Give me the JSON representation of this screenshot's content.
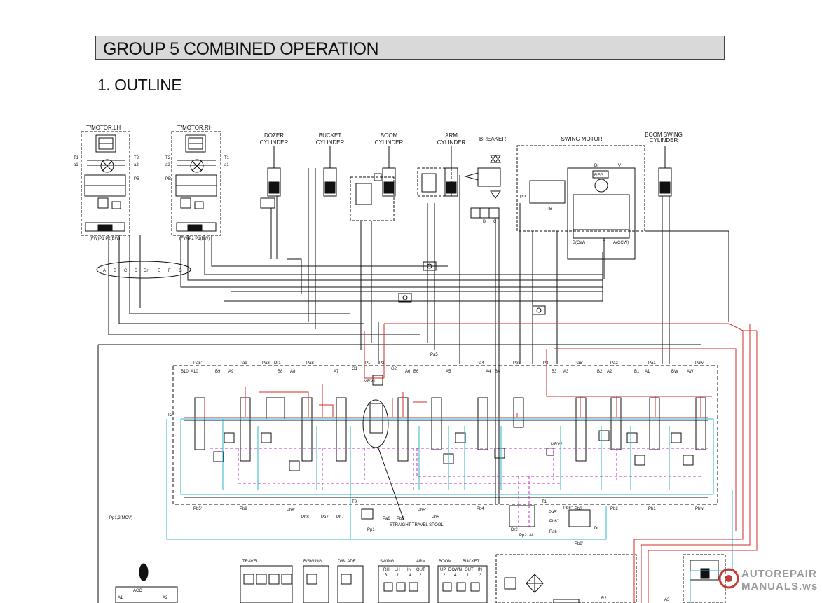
{
  "header": {
    "title": "GROUP  5   COMBINED OPERATION"
  },
  "section": {
    "title": "1. OUTLINE"
  },
  "components": {
    "travel_motor_lh": "T/MOTOR,LH",
    "travel_motor_rh": "T/MOTOR,RH",
    "dozer_cylinder": [
      "DOZER",
      "CYLINDER"
    ],
    "bucket_cylinder": [
      "BUCKET",
      "CYLINDER"
    ],
    "boom_cylinder": [
      "BOOM",
      "CYLINDER"
    ],
    "arm_cylinder": [
      "ARM",
      "CYLINDER"
    ],
    "breaker": "BREAKER",
    "swing_motor": "SWING MOTOR",
    "boom_swing_cylinder": [
      "BOOM SWING",
      "CYLINDER"
    ]
  },
  "motor_ports": {
    "lh_left": [
      "T1",
      "a1"
    ],
    "lh_right": [
      "T2",
      "a2",
      "PB"
    ],
    "rh_left": [
      "T2",
      "a2",
      "PB"
    ],
    "rh_right": [
      "T1",
      "a1"
    ],
    "lh_bottom": "(FW)P1   P2(BW)",
    "rh_bottom": "(FW)P2   P1(BW)"
  },
  "swivel_ports": [
    "A",
    "B",
    "C",
    "D",
    "Dr",
    "E",
    "F",
    "G"
  ],
  "swing_motor_labels": {
    "dr": "Dr",
    "v": "V",
    "reg": "REG",
    "pp": "PP",
    "pb": "PB",
    "b_cw": "B(CW)",
    "t": "T",
    "a_ccw": "A(CCW)"
  },
  "breaker_ports": [
    "B",
    "C"
  ],
  "mcv_top_labels": [
    "Pa5'",
    "Pa9",
    "Pa8'",
    "Dr1",
    "Pa8",
    "P1",
    "P2",
    "Pa5",
    "Pa4",
    "Pb8'",
    "P3",
    "Pa5'",
    "Pa2",
    "Pa1",
    "Paw"
  ],
  "mcv_port_labels": [
    "B10",
    "A10",
    "B9",
    "A9",
    "B8",
    "A8",
    "A7",
    "MRV1",
    "A6",
    "B6",
    "A5",
    "A4",
    "B4",
    "B3",
    "A3",
    "B2",
    "A2",
    "B1",
    "A1",
    "BW",
    "AW"
  ],
  "mcv_side_labels": {
    "g1": "G1",
    "g2": "G2",
    "t2": "T2",
    "t3": "T3",
    "t1": "T1",
    "mrv2": "MRV2"
  },
  "mcv_bottom_labels": [
    "Pb5'",
    "Pb9",
    "Pb8'",
    "Pb8",
    "Pa7",
    "Pb7",
    "Pa6",
    "Pb6",
    "Pb5'",
    "Pb5",
    "Pb4",
    "Pb3",
    "Pb2",
    "Pb1",
    "Pbw"
  ],
  "lower_labels": {
    "pp1_mcv": "Pp1,2(MCV)",
    "pp1": "Pp1",
    "straight_travel_spool": "STRAIGHT TRAVEL SPOOL",
    "dr2": "Dr2",
    "pp2": "Pp2",
    "ai": "AI",
    "pa5": "Pa5'",
    "pb6_1": "Pb6\"",
    "pb6_2": "Pb6\"",
    "pa6": "Pa6",
    "dr": "Dr",
    "pb8b": "Pb8'",
    "acc": "ACC",
    "a1": "A1",
    "a2": "A2",
    "r2": "R2",
    "a3": "A3"
  },
  "rcv_labels": {
    "travel": "TRAVEL",
    "b_swing": "B/SWING",
    "d_blade": "D/BLADE",
    "swing": "SWING",
    "arm": "ARM",
    "boom": "BOOM",
    "bucket": "BUCKET",
    "swing_sub": [
      "RH",
      "LH",
      "3",
      "1"
    ],
    "arm_sub": [
      "IN",
      "OUT",
      "4",
      "2"
    ],
    "boom_sub": [
      "UP",
      "DOWN",
      "2",
      "4"
    ],
    "bucket_sub": [
      "OUT",
      "IN",
      "1",
      "3"
    ]
  },
  "watermark": {
    "line1": "AUTOREPAIR",
    "line2": "MANUALS.ws"
  },
  "colors": {
    "pilot_red": "#d42a2a",
    "return_cyan": "#2fb4cc",
    "drain_magenta": "#bb33bb",
    "line_black": "#111111"
  }
}
